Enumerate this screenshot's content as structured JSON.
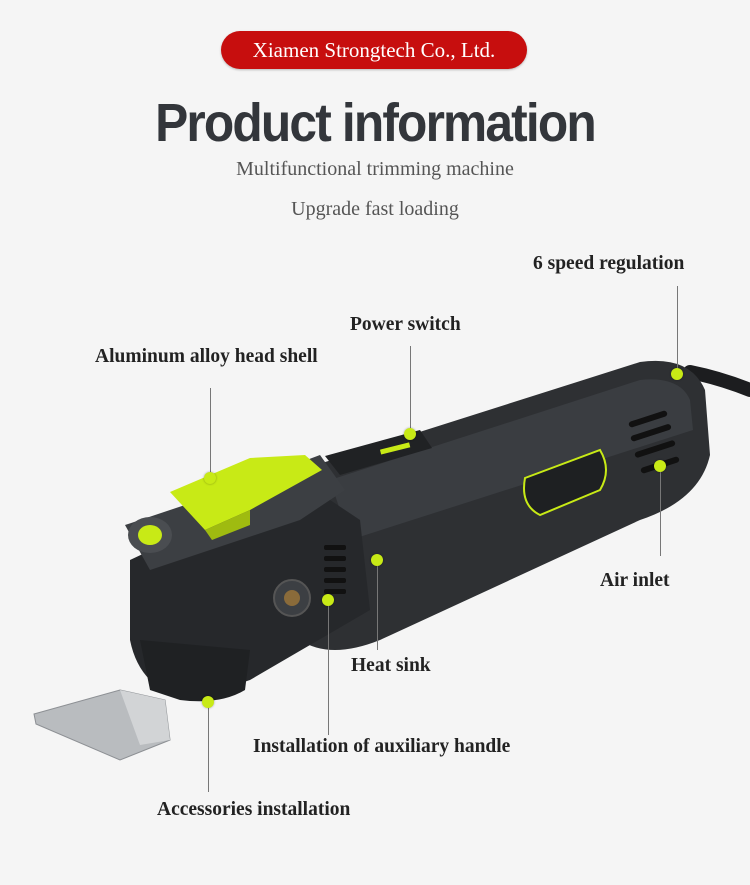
{
  "company": "Xiamen Strongtech Co., Ltd.",
  "title": "Product information",
  "subtitle1": "Multifunctional trimming machine",
  "subtitle2": "Upgrade fast loading",
  "labels": {
    "speed": "6 speed regulation",
    "power": "Power switch",
    "head": "Aluminum alloy head shell",
    "air": "Air inlet",
    "heat": "Heat sink",
    "handle": "Installation of auxiliary handle",
    "accessories": "Accessories installation"
  },
  "colors": {
    "badge": "#c70e0e",
    "accent": "#c8ea16",
    "body": "#2e3033"
  }
}
